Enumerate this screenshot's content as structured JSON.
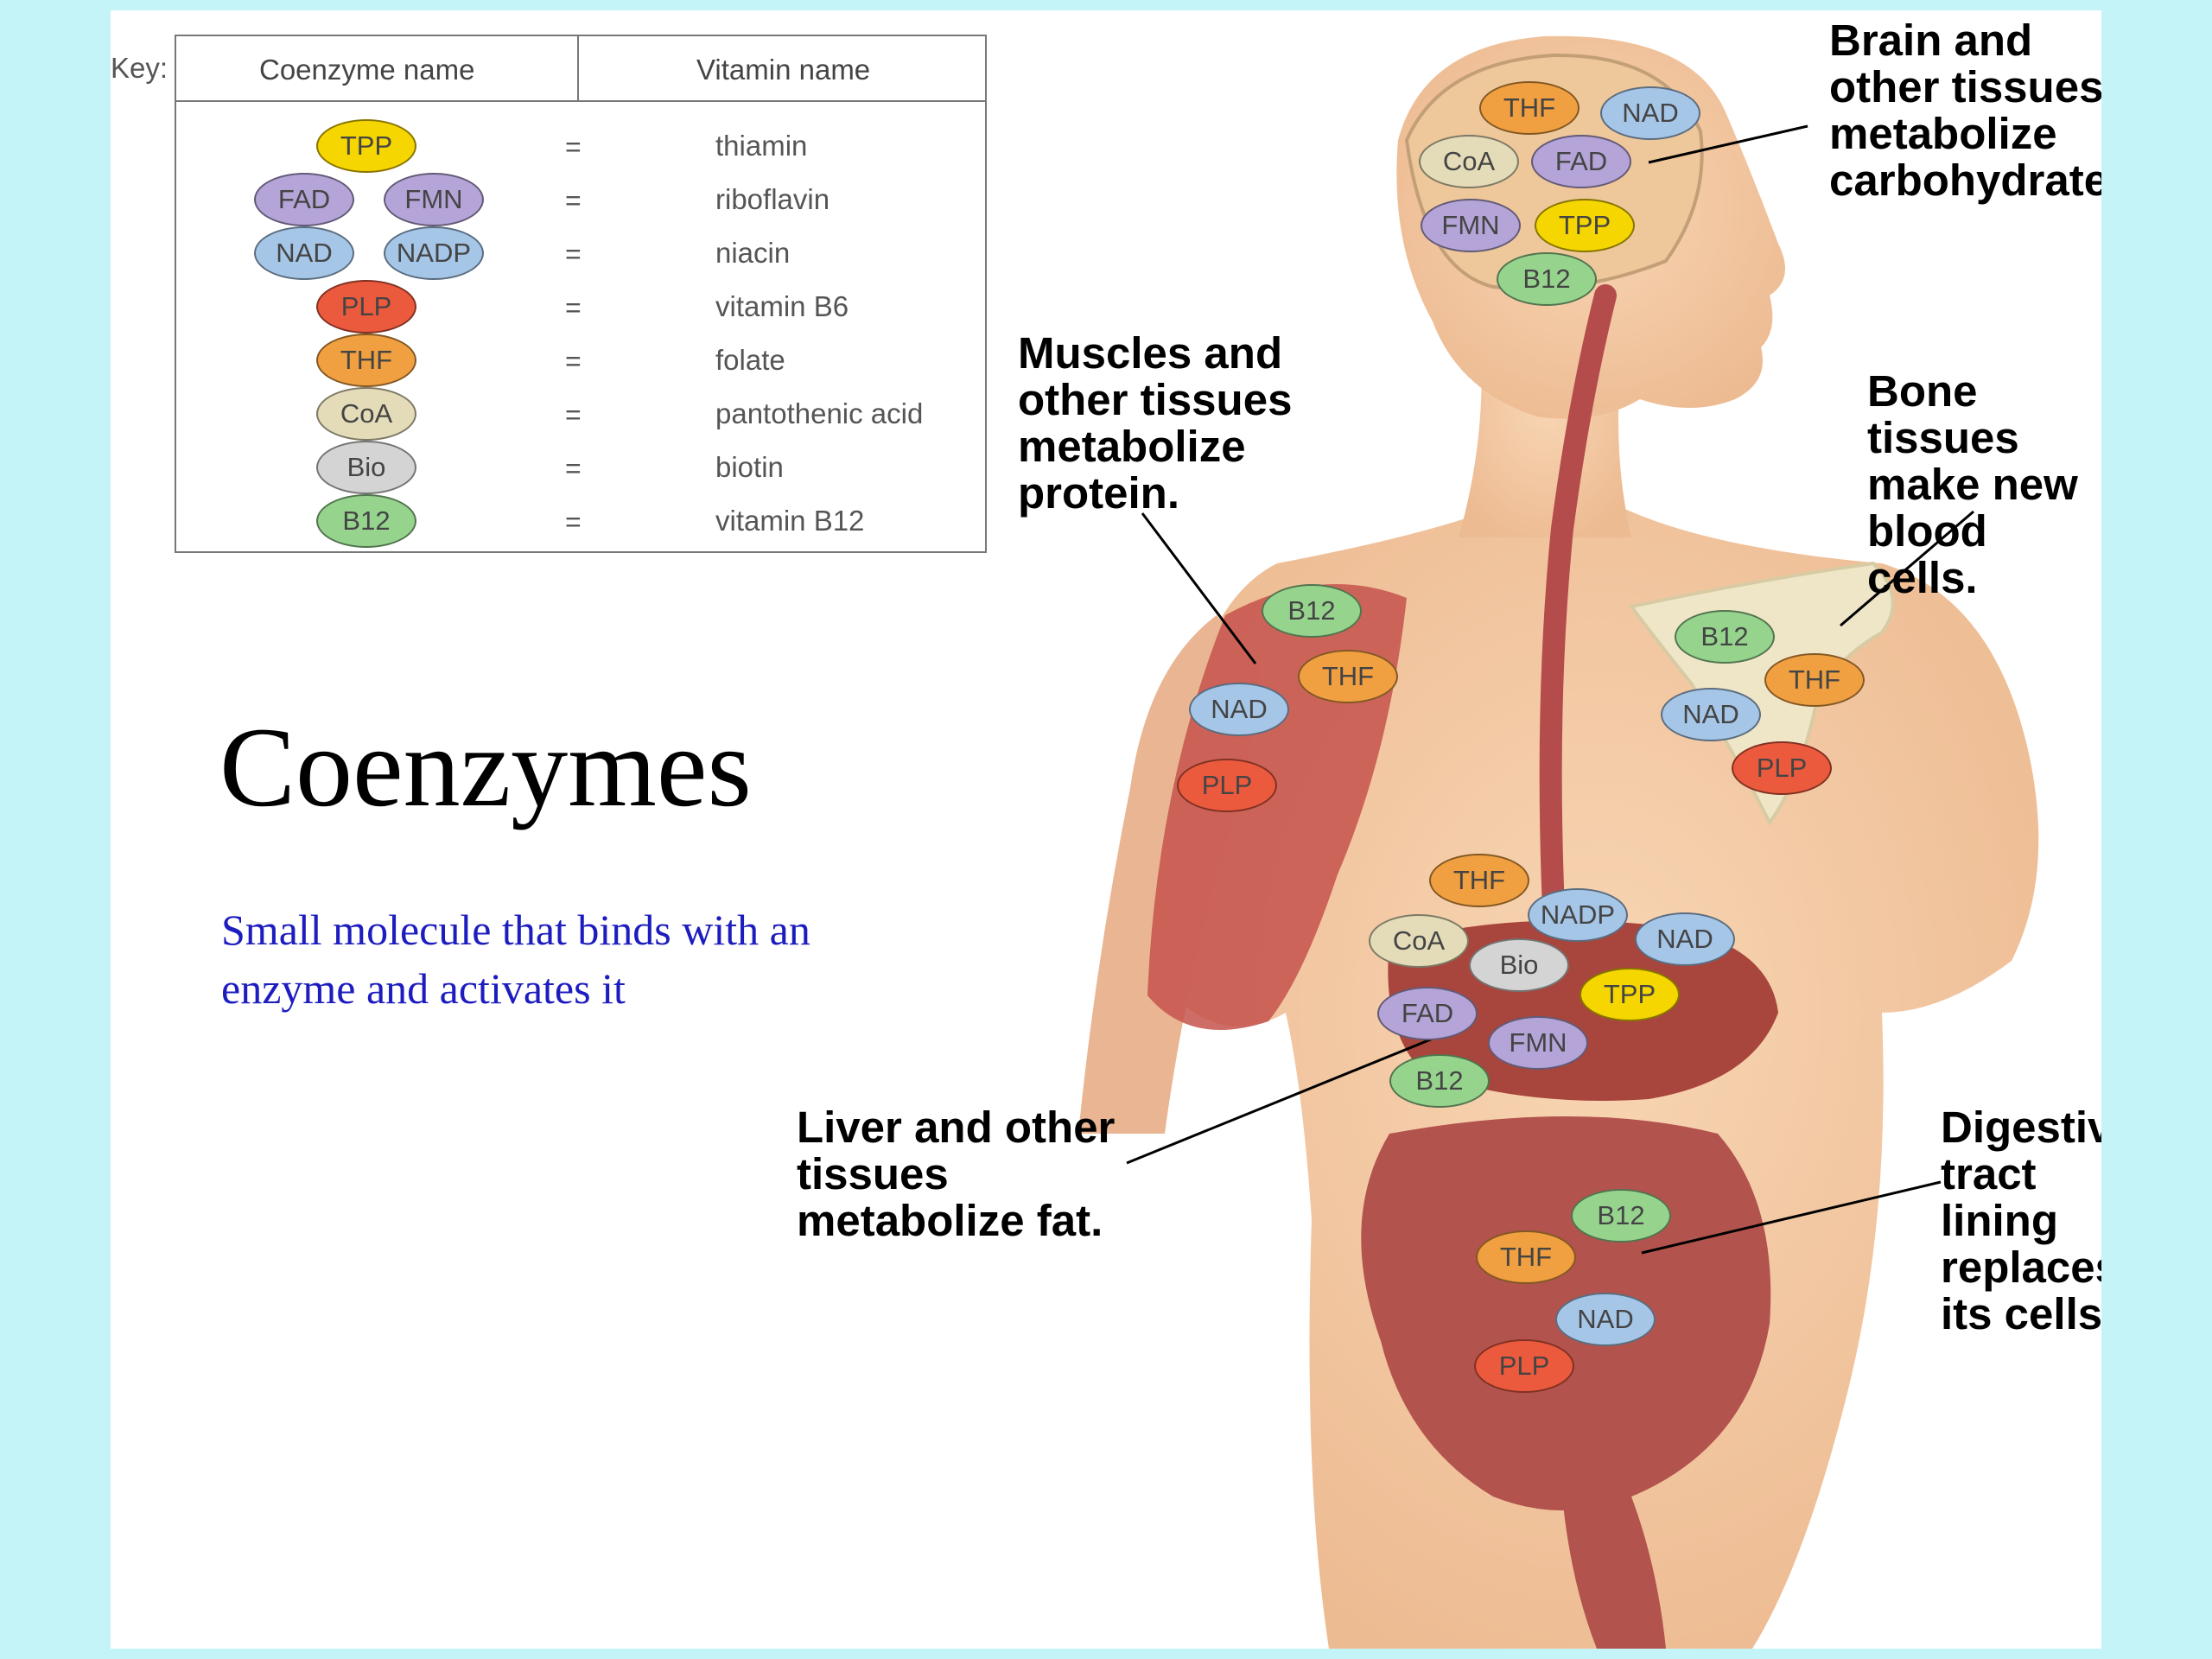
{
  "key": {
    "label": "Key:",
    "col_coenzyme": "Coenzyme name",
    "col_vitamin": "Vitamin name",
    "rows": [
      {
        "eq": "=",
        "vitamin": "thiamin"
      },
      {
        "eq": "=",
        "vitamin": "riboflavin"
      },
      {
        "eq": "=",
        "vitamin": "niacin"
      },
      {
        "eq": "=",
        "vitamin": "vitamin B6"
      },
      {
        "eq": "=",
        "vitamin": "folate"
      },
      {
        "eq": "=",
        "vitamin": "pantothenic acid"
      },
      {
        "eq": "=",
        "vitamin": "biotin"
      },
      {
        "eq": "=",
        "vitamin": "vitamin B12"
      }
    ],
    "coenzymes": [
      "TPP",
      "FAD",
      "FMN",
      "NAD",
      "NADP",
      "PLP",
      "THF",
      "CoA",
      "Bio",
      "B12"
    ]
  },
  "title": "Coenzymes",
  "subtitle": "Small molecule that binds with an enzyme and activates it",
  "callouts": {
    "brain": "Brain and\nother tissues\nmetabolize\ncarbohydrates.",
    "muscle": "Muscles and\nother tissues\nmetabolize\nprotein.",
    "bone": "Bone tissues\nmake new\nblood cells.",
    "liver": "Liver and other\ntissues\nmetabolize fat.",
    "digestive": "Digestive\ntract\nlining\nreplaces\nits cells."
  },
  "body_ovals": {
    "brain": [
      "THF",
      "NAD",
      "CoA",
      "FAD",
      "FMN",
      "TPP",
      "B12"
    ],
    "muscle": [
      "B12",
      "THF",
      "NAD",
      "PLP"
    ],
    "bone": [
      "B12",
      "THF",
      "NAD",
      "PLP"
    ],
    "liver": [
      "THF",
      "NADP",
      "NAD",
      "CoA",
      "Bio",
      "TPP",
      "FAD",
      "FMN",
      "B12"
    ],
    "digestive": [
      "B12",
      "THF",
      "NAD",
      "PLP"
    ]
  },
  "colors": {
    "background": "#c4f4f8",
    "TPP": "#f6d600",
    "FAD": "#b4a4d8",
    "FMN": "#b4a4d8",
    "NAD": "#a6c6e8",
    "NADP": "#a6c6e8",
    "PLP": "#ec5a3e",
    "THF": "#f0a040",
    "CoA": "#e4dcb8",
    "Bio": "#d4d4d4",
    "B12": "#96d48e",
    "subtitle": "#1d1dbf"
  }
}
